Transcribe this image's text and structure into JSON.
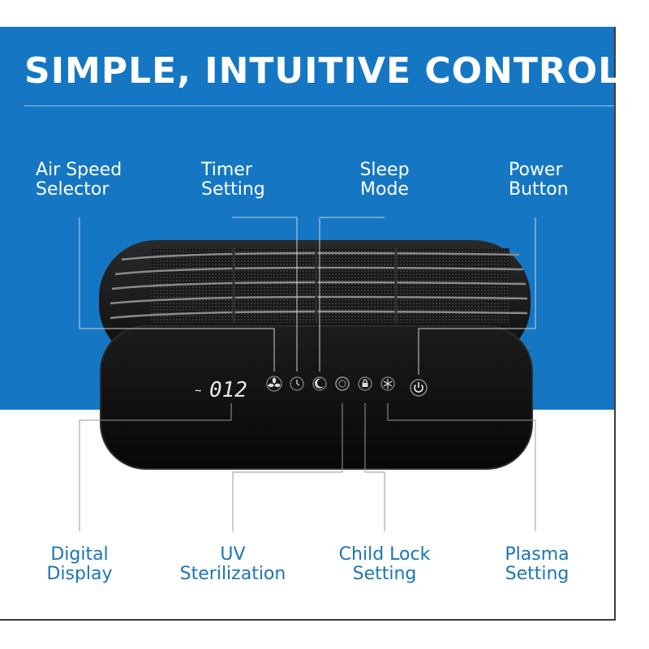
{
  "headline": "SIMPLE, INTUITIVE CONTROLS",
  "display_readout": "012",
  "labels_top": [
    {
      "line1": "Air Speed",
      "line2": "Selector"
    },
    {
      "line1": "Timer",
      "line2": "Setting"
    },
    {
      "line1": "Sleep",
      "line2": "Mode"
    },
    {
      "line1": "Power",
      "line2": "Button"
    }
  ],
  "labels_bottom": [
    {
      "line1": "Digital",
      "line2": "Display"
    },
    {
      "line1": "UV",
      "line2": "Sterilization"
    },
    {
      "line1": "Child Lock",
      "line2": "Setting"
    },
    {
      "line1": "Plasma",
      "line2": "Setting"
    }
  ],
  "colors": {
    "blue_panel": "#1577c4",
    "label_blue": "#1a75b8",
    "device": "#141414"
  },
  "icons": [
    "fan-icon",
    "clock-icon",
    "moon-icon",
    "uv-icon",
    "lock-icon",
    "snowflake-icon",
    "power-icon"
  ]
}
